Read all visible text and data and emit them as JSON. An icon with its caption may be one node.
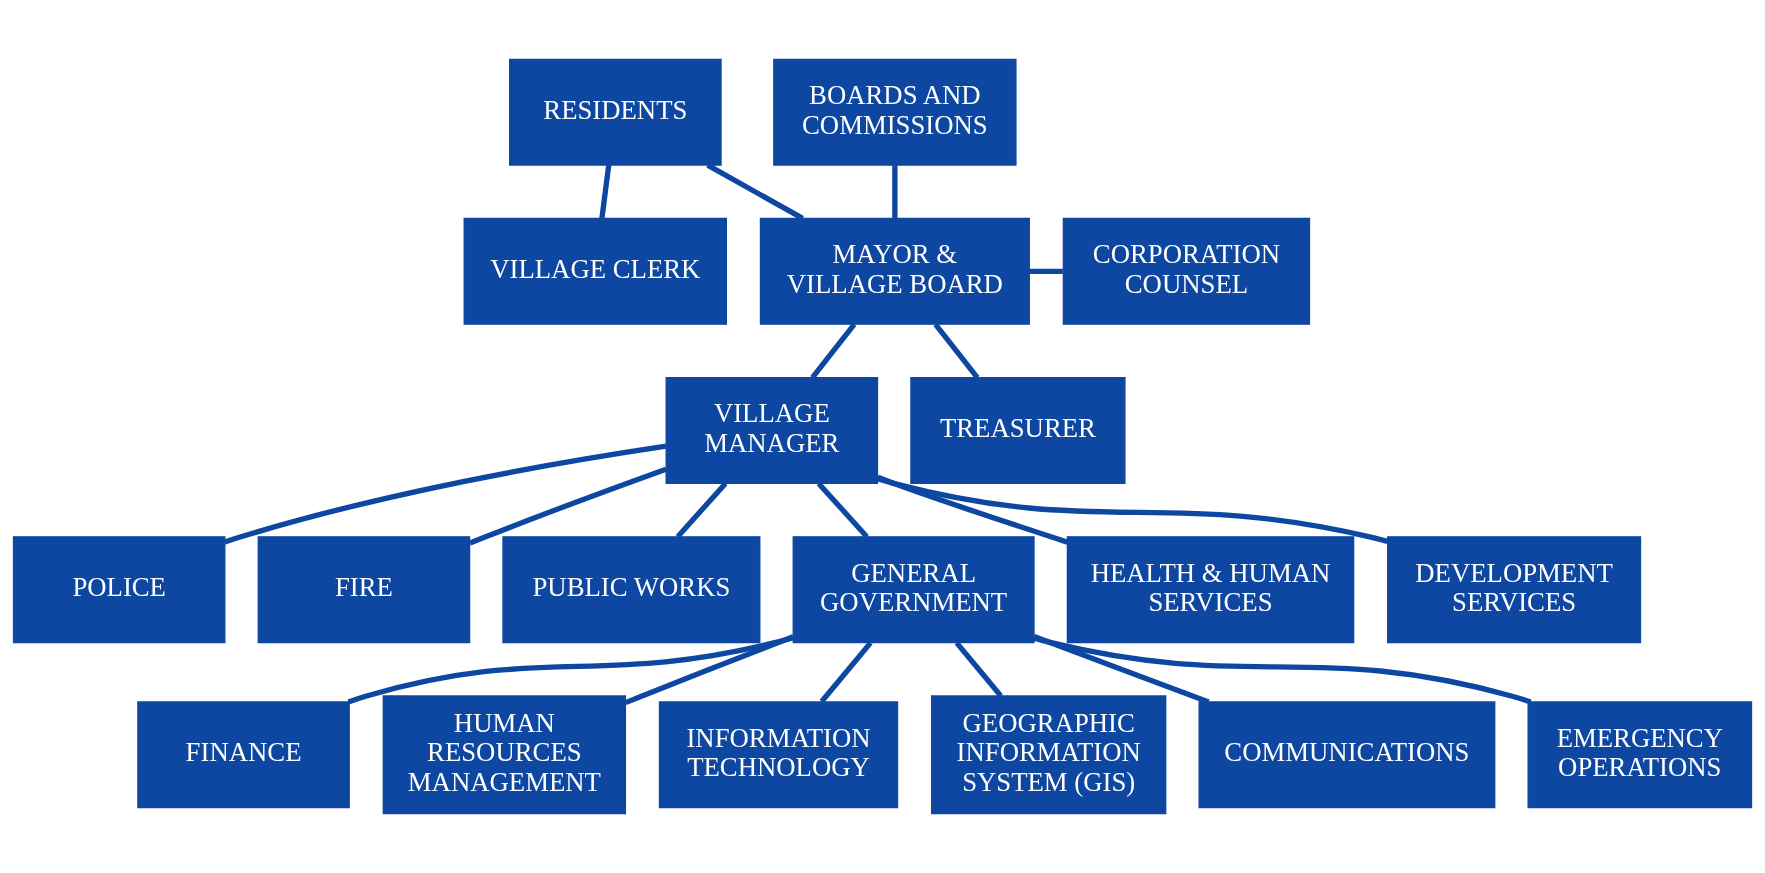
{
  "diagram": {
    "nodes": [
      {
        "text": [
          "RESIDENTS"
        ]
      },
      {
        "text": [
          "BOARDS AND COMMISSIONS"
        ]
      },
      {
        "text": [
          "VILLAGE CLERK"
        ]
      },
      {
        "text": [
          "MAYOR & VILLAGE BOARD"
        ]
      },
      {
        "text": [
          "CORPORATION COUNSEL"
        ]
      },
      {
        "text": [
          "VILLAGE MANAGER"
        ]
      },
      {
        "text": [
          "TREASURER"
        ]
      },
      {
        "text": [
          "POLICE"
        ]
      },
      {
        "text": [
          "FIRE"
        ]
      },
      {
        "text": [
          "PUBLIC WORKS"
        ]
      },
      {
        "text": [
          "GENERAL GOVERNMENT"
        ]
      },
      {
        "text": [
          "HEALTH & HUMAN SERVICES"
        ]
      },
      {
        "text": [
          "DEVELOPMENT SERVICES"
        ]
      },
      {
        "text": [
          "FINANCE"
        ]
      },
      {
        "text": [
          "HUMAN RESOURCES MANAGEMENT"
        ]
      },
      {
        "text": [
          "INFORMATION TECHNOLOGY"
        ]
      },
      {
        "text": [
          "GEOGRAPHIC INFORMATION SYSTEM (GIS)"
        ]
      },
      {
        "text": [
          "COMMUNICATIONS"
        ]
      },
      {
        "text": [
          "EMERGENCY OPERATIONS"
        ]
      }
    ],
    "edges": [
      {
        "from": 0,
        "to": 2,
        "arrow": "none"
      },
      {
        "from": 0,
        "to": 3,
        "arrow": "none"
      },
      {
        "from": 3,
        "to": 1,
        "arrow": "none"
      },
      {
        "from": 3,
        "to": 4,
        "arrow": "none"
      },
      {
        "from": 3,
        "to": 6,
        "arrow": "none"
      },
      {
        "from": 3,
        "to": 5,
        "arrow": "none"
      },
      {
        "from": 5,
        "to": 7,
        "arrow": "none"
      },
      {
        "from": 5,
        "to": 8,
        "arrow": "none"
      },
      {
        "from": 5,
        "to": 9,
        "arrow": "none"
      },
      {
        "from": 5,
        "to": 10,
        "arrow": "none"
      },
      {
        "from": 5,
        "to": 11,
        "arrow": "none"
      },
      {
        "from": 5,
        "to": 12,
        "arrow": "none"
      },
      {
        "from": 10,
        "to": 13,
        "arrow": "none"
      },
      {
        "from": 10,
        "to": 14,
        "arrow": "none"
      },
      {
        "from": 10,
        "to": 15,
        "arrow": "none"
      },
      {
        "from": 10,
        "to": 16,
        "arrow": "none"
      },
      {
        "from": 10,
        "to": 17,
        "arrow": "none"
      },
      {
        "from": 10,
        "to": 18,
        "arrow": "none"
      }
    ]
  }
}
